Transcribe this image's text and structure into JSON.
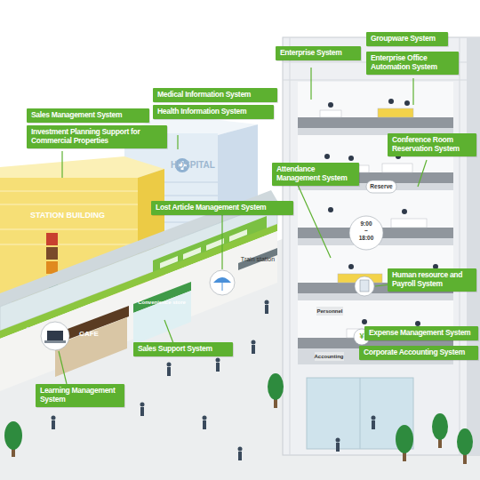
{
  "diagram": {
    "nodes": [
      {
        "text": [
          "Sales Management System"
        ]
      },
      {
        "text": [
          "Investment Planning Support for Commercial Properties"
        ]
      },
      {
        "text": [
          "Medical Information System"
        ]
      },
      {
        "text": [
          "Health Information System"
        ]
      },
      {
        "text": [
          "Lost Article Management System"
        ]
      },
      {
        "text": [
          "Learning Management System"
        ]
      },
      {
        "text": [
          "Sales Support System"
        ]
      },
      {
        "text": [
          "Enterprise System"
        ]
      },
      {
        "text": [
          "Groupware System"
        ]
      },
      {
        "text": [
          "Enterprise Office Automation System"
        ]
      },
      {
        "text": [
          "Conference Room Reservation System"
        ]
      },
      {
        "text": [
          "Attendance Management System"
        ]
      },
      {
        "text": [
          "Human resource and Payroll System"
        ]
      },
      {
        "text": [
          "Expense Management System"
        ]
      },
      {
        "text": [
          "Corporate Accounting System"
        ]
      }
    ],
    "labels": [
      "STATION BUILDING",
      "HOSPITAL",
      "Train station",
      "CAFE",
      "Convenience store",
      "Reserve",
      "9:00",
      "~",
      "18:00",
      "Personnel",
      "¥",
      "Accounting"
    ]
  }
}
